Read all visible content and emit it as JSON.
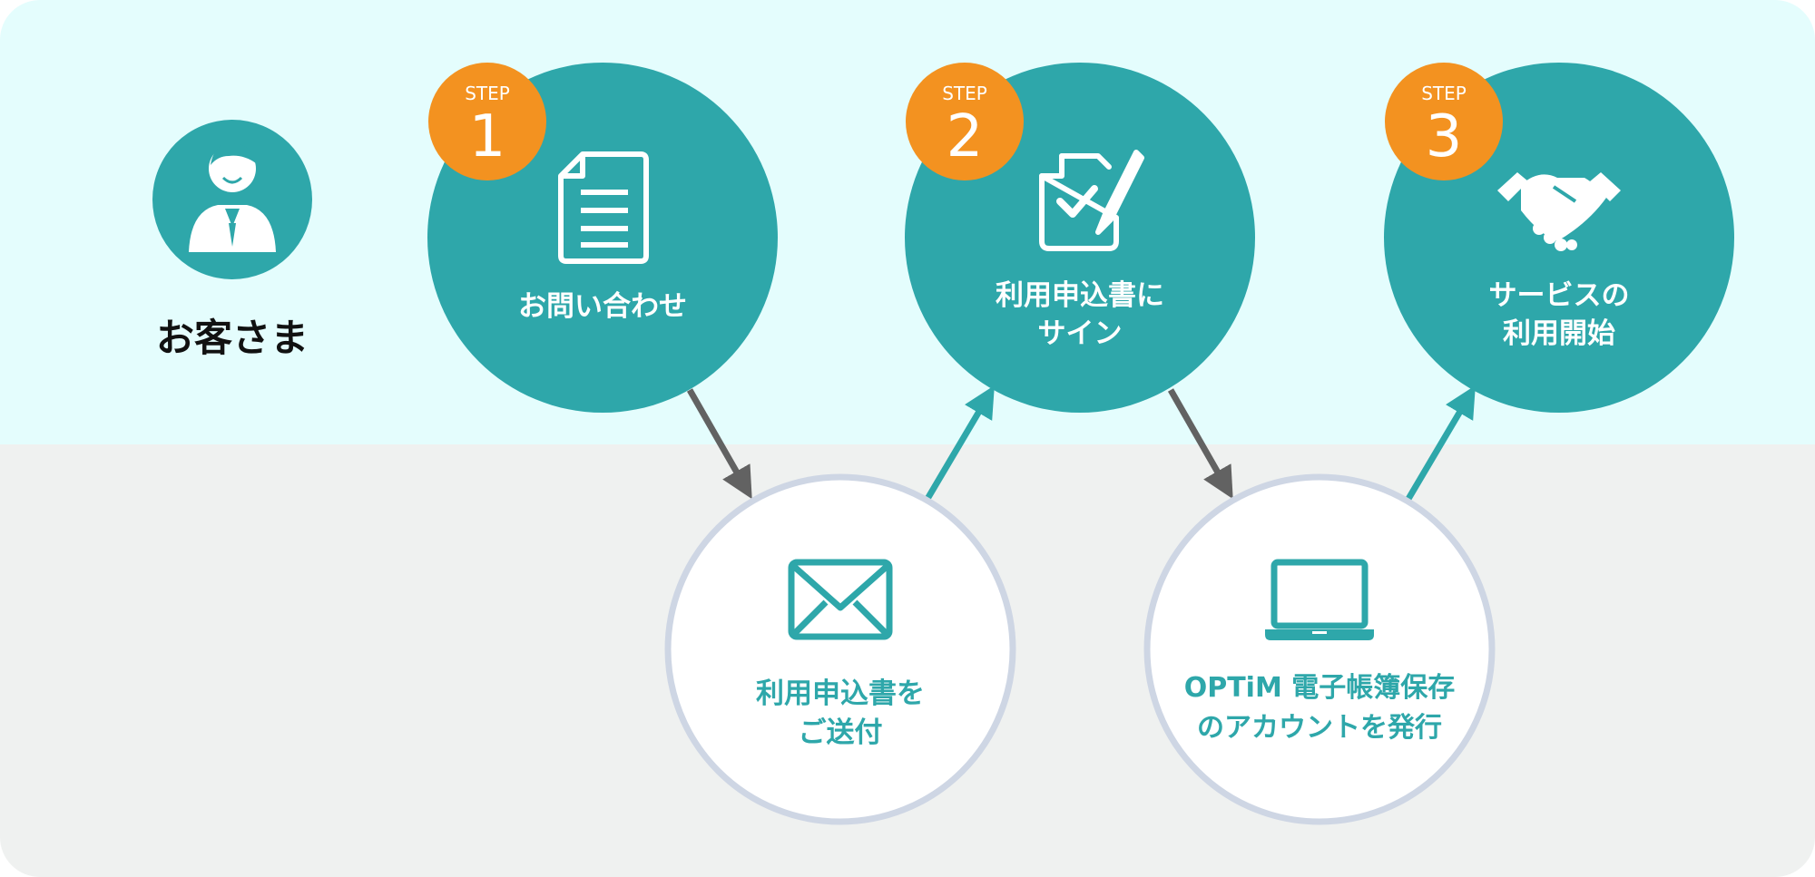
{
  "customer": {
    "label": "お客さま",
    "icon": "businessman-icon"
  },
  "steps": [
    {
      "badge_word": "STEP",
      "badge_number": "1",
      "icon": "document-icon",
      "line1": "お問い合わせ",
      "line2": ""
    },
    {
      "badge_word": "STEP",
      "badge_number": "2",
      "icon": "signature-pen-icon",
      "line1": "利用申込書に",
      "line2": "サイン"
    },
    {
      "badge_word": "STEP",
      "badge_number": "3",
      "icon": "handshake-icon",
      "line1": "サービスの",
      "line2": "利用開始"
    }
  ],
  "provider_actions": [
    {
      "icon": "envelope-icon",
      "line1": "利用申込書を",
      "line2": "ご送付"
    },
    {
      "icon": "laptop-icon",
      "line1": "OPTiM 電子帳簿保存",
      "line2": "のアカウントを発行"
    }
  ],
  "colors": {
    "top_band": "#e4fdfd",
    "bottom_band": "#eff1f0",
    "teal": "#2ea7aa",
    "orange": "#f39220",
    "outline_circle": "#ced6e4",
    "dark_arrow": "#626262"
  }
}
